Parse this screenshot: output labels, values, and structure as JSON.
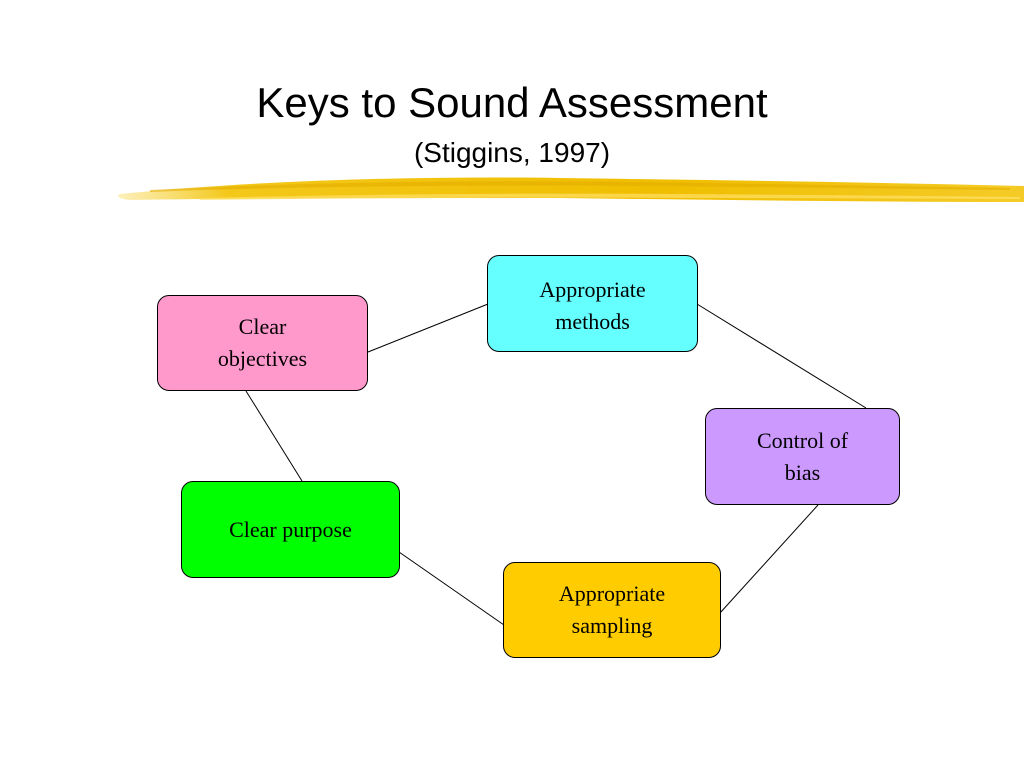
{
  "slide": {
    "title": "Keys to Sound Assessment",
    "subtitle": "(Stiggins, 1997)",
    "accent_color": "#F2C200"
  },
  "nodes": {
    "clear_objectives": {
      "label": "Clear\nobjectives",
      "color": "#FF99CC"
    },
    "appropriate_methods": {
      "label": "Appropriate\nmethods",
      "color": "#66FFFF"
    },
    "control_of_bias": {
      "label": "Control of\nbias",
      "color": "#CC99FF"
    },
    "appropriate_sampling": {
      "label": "Appropriate\nsampling",
      "color": "#FFCC00"
    },
    "clear_purpose": {
      "label": "Clear purpose",
      "color": "#00FF00"
    }
  }
}
